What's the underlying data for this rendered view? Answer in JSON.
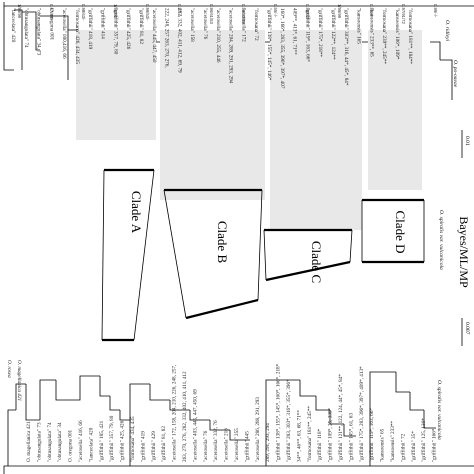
{
  "clades": [
    {
      "id": "a",
      "label": "Clade A"
    },
    {
      "id": "b",
      "label": "Clade B"
    },
    {
      "id": "c",
      "label": "Clade C"
    },
    {
      "id": "d",
      "label": "Clade D"
    }
  ],
  "method_label": "Bayes/ML/MP",
  "scale_top": "0.01",
  "scale_bottom": "0.007",
  "side_labels": [
    "O. ridleyi",
    "O. po-oaeae",
    "O. spiralis var. vulcanicola",
    "O. spiralis var. vulcanicola"
  ],
  "support_values": [
    "1/99/99",
    "0.67/88/-",
    "0.98/63/-",
    "1/90/90",
    "0.99/53/-",
    "0.97/-/-",
    "0.96/61/53",
    "0.99/83/93",
    "0.55/-/-",
    "0.98/63/-",
    "1/99/99",
    "0.95/-/-",
    "0.97/91/72",
    "0.99/-/-"
  ],
  "upper_tree_labels": [
    "\"lanceolata\" 420",
    "\"obtusangulata\" 74",
    "\"obtusangulata\" 34, 73",
    "O. oregona 001",
    "\"acetosella\" 000,416, 66",
    "\"formosana\" 426, 434, 435",
    "\"griffithii\" 418, 419",
    "\"griffithii\" 414",
    "\"griffithii\" 357, 79, 80",
    "\"griffithii\" 425, 426",
    "\"griffithii\" 81, 82",
    "\"acetosella\" 445, 447, 450",
    "222, 248, 257 263, 270, 276,",
    "282, 332, 402, 411, 412, 69, 79",
    "\"acetosella\" 158",
    "\"acetosella\" 76",
    "\"acetosella\" 210, 255, 446",
    "\"acetosella\" 204, 289, 291, 293, 294",
    "\"acetosella\" 172",
    "\"formosana\" 72",
    "\"griffithii\" 138*, 155*, 145*, 146*",
    "160*, 166*, 283, 355, 396*, 397*, 407",
    "409**, 413*, 61, 71**",
    "\"griffithii\" 119*, 163, 66*",
    "\"griffithii\" 175*, 218**",
    "\"griffithii\" 122**, 124**",
    "\"griffithii\" 303**, 316, 44*, 45*, 84*",
    "\"kansoensis\" 165",
    "\"kansoensis\" 233**, 65",
    "\"formosana\" 239**, 245**",
    "\"kansoensis\" 106*, 109*",
    "\"formosana\" 181**, 184**"
  ],
  "lower_tree_labels": [
    "O. magellanica 421",
    "\"obtusangulata\" 73",
    "\"obtusangulata\" 74",
    "\"obtusangulata\" 34",
    "O. oregona 001",
    "\"acetosella\" 416, 66",
    "\"lanceolata\" 420",
    "\"griffithii\" 185, 421",
    "\"griffithii\" 357, 79, 80",
    "\"griffithii\" 425, 426",
    "\"formosana\" 434, 435",
    "\"griffithii\" 419",
    "\"griffithii\" 429",
    "\"griffithii\" 81, 82",
    "\"acetosella\" 172, 158, 204, 210, 226, 248, 257,",
    "263, 270, 276, 282, 332, 402, 410, 411, 412",
    "\"acetosella\" 403, 445, 447, 450, 69",
    "\"acetosella\" 76",
    "\"acetosella\" 332, 76",
    "\"acetosella\" 216",
    "\"acetosella\" 255",
    "\"griffithii\" 445",
    "\"acetosella\" 286, 288, 291, 293",
    "289, 291, 293, 294",
    "\"griffithii\" 138*, 155*, 145*, 160*, 166*, 218*",
    "\"griffithii\" 283, 303*, 316*, 355*, 396*",
    "34**, 46**, 63, 68, 71**",
    "\"formosana\" 181**, 245**",
    "\"griffithii\" 118*",
    "\"griffithii\" 109*, 25, 339*",
    "\"griffithii\" 121**, 122, 124, 44*, 45*, 84*",
    "\"griffithii\" 145*, 61, 63",
    "\"griffithii\" 175*, 283, 396*, 397*, 409*, 413*",
    "\"griffithii\" 119*, 163, 66*",
    "\"kansoensis\" 65",
    "\"kansoensis\" 233**",
    "\"griffithii\" 72",
    "\"griffithii\" 35*",
    "\"griffithii\" 125, 136*",
    "\"griffithii\" 166*"
  ],
  "outgroup_labels": [
    "O. rosea",
    "O. magellanica 421"
  ]
}
